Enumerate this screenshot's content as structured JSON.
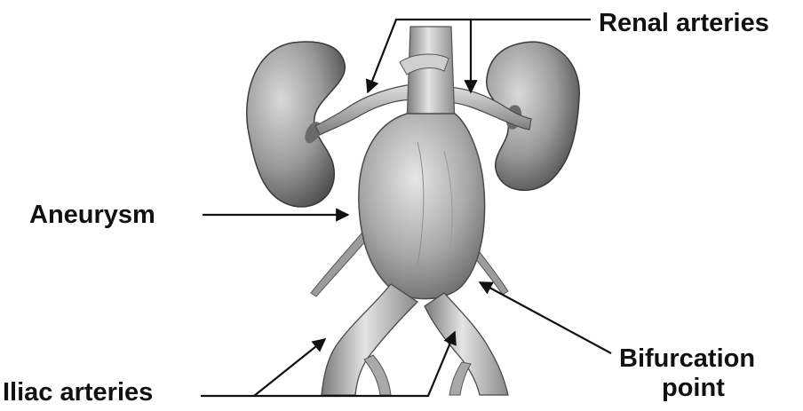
{
  "labels": {
    "renal_arteries": "Renal arteries",
    "aneurysm": "Aneurysm",
    "iliac_arteries": "Iliac arteries",
    "bifurcation_line1": "Bifurcation",
    "bifurcation_line2": "point"
  }
}
